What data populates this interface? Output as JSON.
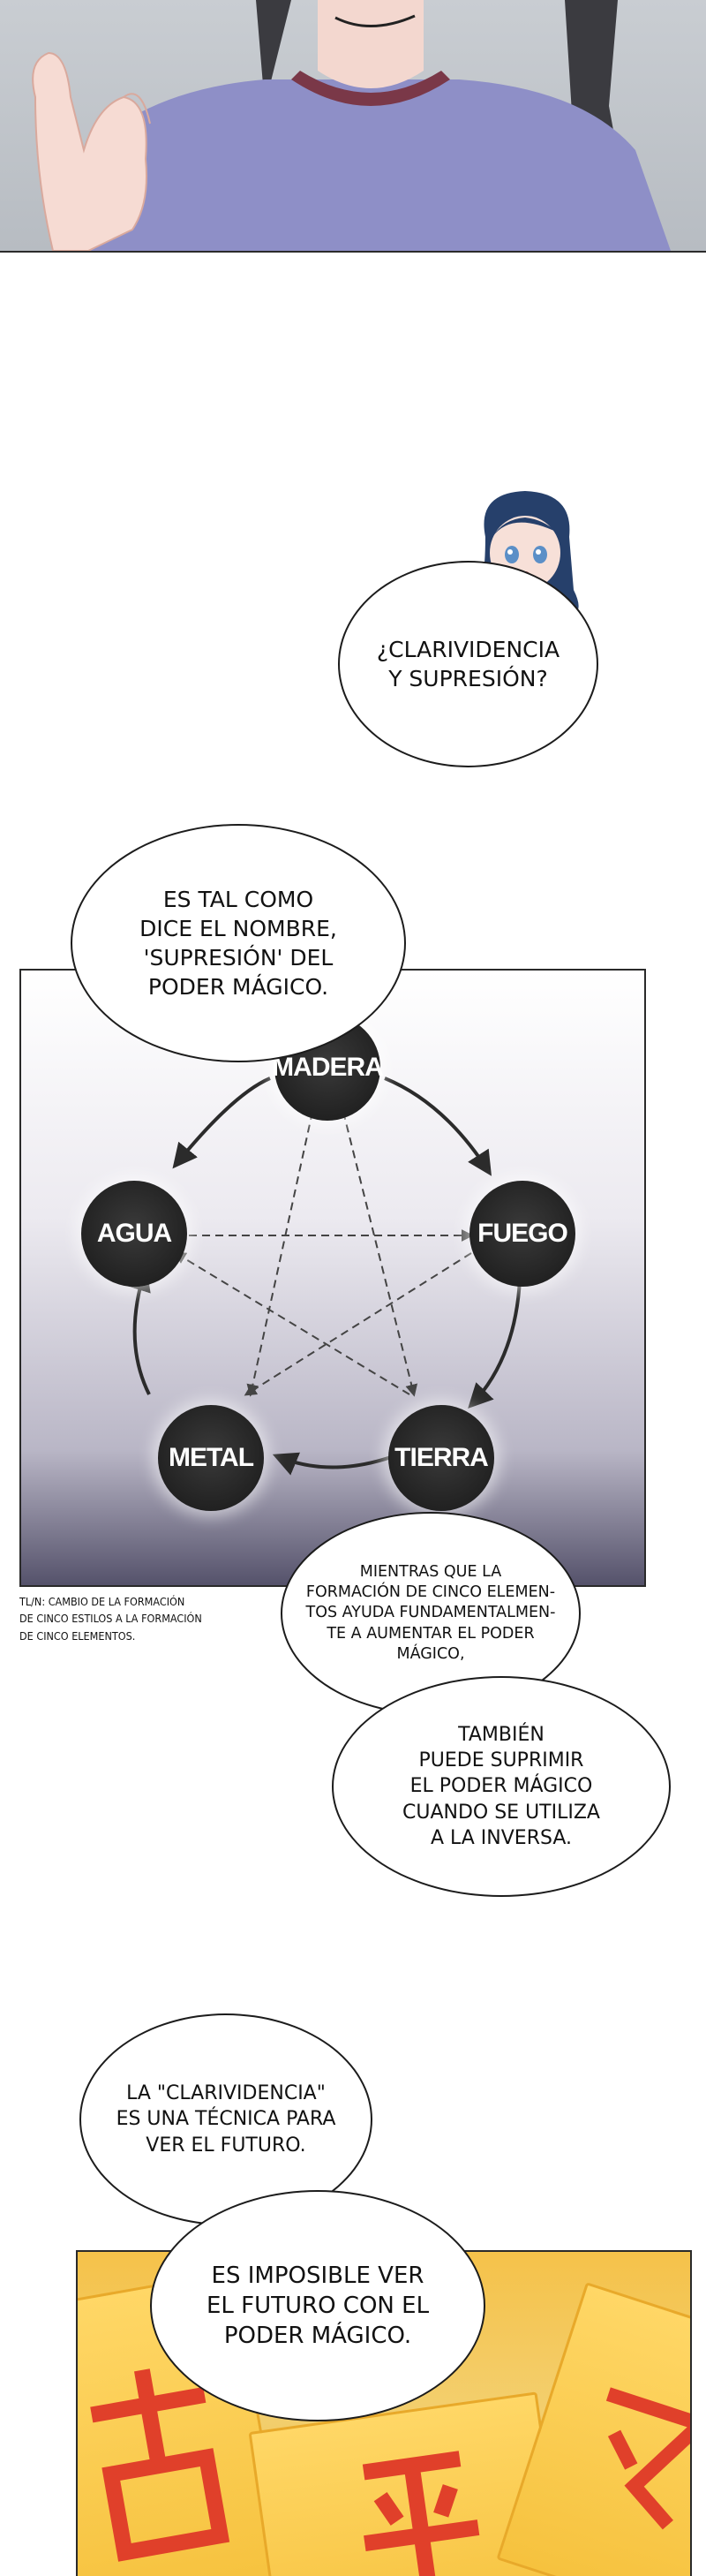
{
  "bubbles": {
    "clairvoyance_question": "¿CLARIVIDENCIA\nY SUPRESIÓN?",
    "as_name_says": "ES TAL COMO\nDICE EL NOMBRE,\n'SUPRESIÓN' DEL\nPODER MÁGICO.",
    "while_formation": "MIENTRAS QUE LA\nFORMACIÓN DE CINCO ELEMEN-\nTOS AYUDA FUNDAMENTALMEN-\nTE A AUMENTAR EL PODER\nMÁGICO,",
    "also_suppress": "TAMBIÉN\nPUEDE SUPRIMIR\nEL PODER MÁGICO\nCUANDO SE UTILIZA\nA LA INVERSA.",
    "clairvoyance_def": "LA \"CLARIVIDENCIA\"\nES UNA TÉCNICA PARA\nVER EL FUTURO.",
    "impossible": "ES IMPOSIBLE VER\nEL FUTURO CON EL\nPODER MÁGICO."
  },
  "diagram": {
    "nodes": {
      "wood": "MADERA",
      "fire": "FUEGO",
      "earth": "TIERRA",
      "metal": "METAL",
      "water": "AGUA"
    }
  },
  "translator_note": "TL/N: CAMBIO DE LA FORMACIÓN\nDE CINCO ESTILOS A LA FORMACIÓN\nDE CINCO ELEMENTOS.",
  "colors": {
    "node_fill": "#1f1f1f",
    "node_text": "#ffffff",
    "talisman_gold": "#f6c23e",
    "talisman_red": "#e0402a",
    "shirt_lavender": "#8e8fc7"
  }
}
